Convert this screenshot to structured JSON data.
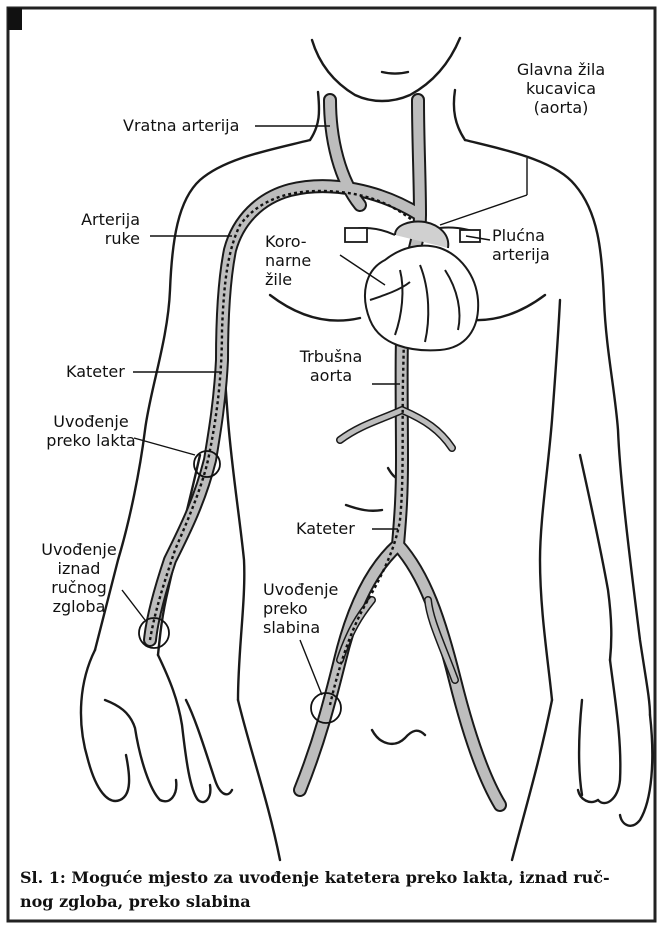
{
  "labels": {
    "aorta_main": [
      "Glavna žila",
      "kucavica",
      "(aorta)"
    ],
    "neck_artery": [
      "Vratna arterija"
    ],
    "arm_artery": [
      "Arterija",
      "ruke"
    ],
    "coronary": [
      "Koro-",
      "narne",
      "žile"
    ],
    "pulmonary": [
      "Plućna",
      "arterija"
    ],
    "catheter_arm": [
      "Kateter"
    ],
    "abdominal_aorta": [
      "Trbušna",
      "aorta"
    ],
    "entry_elbow": [
      "Uvođenje",
      "preko lakta"
    ],
    "catheter_body": [
      "Kateter"
    ],
    "entry_wrist": [
      "Uvođenje",
      "iznad",
      "ručnog",
      "zgloba"
    ],
    "entry_groin": [
      "Uvođenje",
      "preko",
      "slabina"
    ]
  },
  "caption": {
    "line1": "Sl. 1: Moguće mjesto za uvođenje katetera preko lakta, iznad ruč-",
    "line2": "nog zgloba, preko slabina"
  }
}
